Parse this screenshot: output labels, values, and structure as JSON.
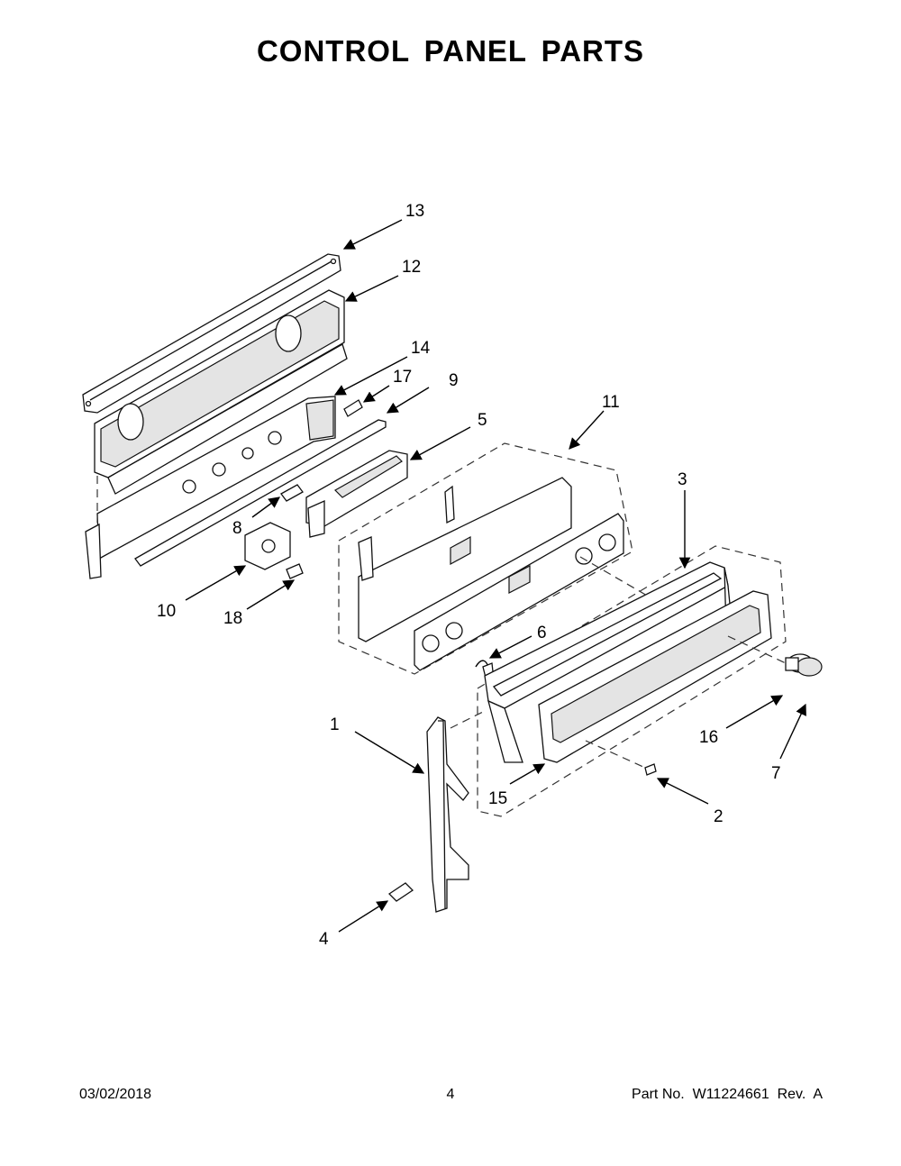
{
  "title": "CONTROL PANEL PARTS",
  "callouts": [
    {
      "id": "13",
      "label": "13"
    },
    {
      "id": "12",
      "label": "12"
    },
    {
      "id": "14",
      "label": "14"
    },
    {
      "id": "17",
      "label": "17"
    },
    {
      "id": "9",
      "label": "9"
    },
    {
      "id": "11",
      "label": "11"
    },
    {
      "id": "5",
      "label": "5"
    },
    {
      "id": "3",
      "label": "3"
    },
    {
      "id": "8",
      "label": "8"
    },
    {
      "id": "10",
      "label": "10"
    },
    {
      "id": "18",
      "label": "18"
    },
    {
      "id": "6",
      "label": "6"
    },
    {
      "id": "1",
      "label": "1"
    },
    {
      "id": "16",
      "label": "16"
    },
    {
      "id": "7",
      "label": "7"
    },
    {
      "id": "15",
      "label": "15"
    },
    {
      "id": "2",
      "label": "2"
    },
    {
      "id": "4",
      "label": "4"
    }
  ],
  "footer": {
    "date": "03/02/2018",
    "page": "4",
    "part_number": "Part No.  W11224661  Rev.  A"
  }
}
